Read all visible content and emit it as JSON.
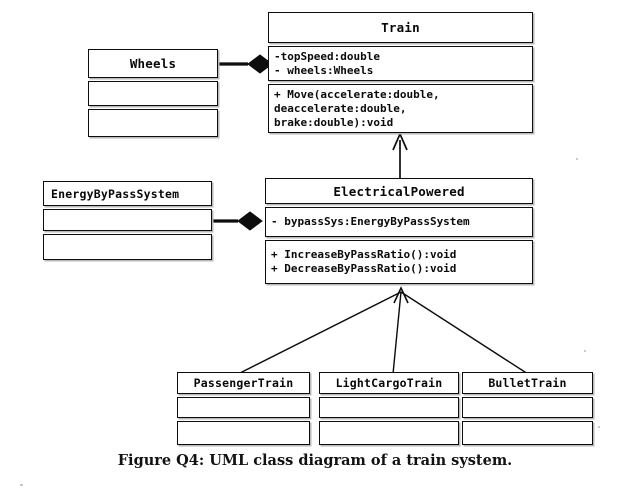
{
  "figure": {
    "caption": "Figure Q4: UML class diagram of a train system.",
    "kind": "uml-class-diagram"
  },
  "classes": {
    "train": {
      "name": "Train",
      "attributes": [
        "-topSpeed:double",
        "- wheels:Wheels"
      ],
      "operations": [
        "+ Move(accelerate:double,",
        "deaccelerate:double,",
        "brake:double):void"
      ]
    },
    "wheels": {
      "name": "Wheels",
      "attributes": [],
      "operations": []
    },
    "electrical_powered": {
      "name": "ElectricalPowered",
      "attributes": [
        "- bypassSys:EnergyByPassSystem"
      ],
      "operations": [
        "+ IncreaseByPassRatio():void",
        "+ DecreaseByPassRatio():void"
      ]
    },
    "energy_bypass_system": {
      "name": "EnergyByPassSystem",
      "attributes": [],
      "operations": []
    },
    "passenger_train": {
      "name": "PassengerTrain",
      "attributes": [],
      "operations": []
    },
    "light_cargo_train": {
      "name": "LightCargoTrain",
      "attributes": [],
      "operations": []
    },
    "bullet_train": {
      "name": "BulletTrain",
      "attributes": [],
      "operations": []
    }
  },
  "relationships": [
    {
      "type": "composition",
      "from": "train",
      "to": "wheels",
      "marker": "filled-diamond"
    },
    {
      "type": "composition",
      "from": "electrical_powered",
      "to": "energy_bypass_system",
      "marker": "filled-diamond"
    },
    {
      "type": "generalization",
      "from": "electrical_powered",
      "to": "train",
      "marker": "hollow-triangle"
    },
    {
      "type": "generalization",
      "from": "passenger_train",
      "to": "electrical_powered",
      "marker": "hollow-triangle"
    },
    {
      "type": "generalization",
      "from": "light_cargo_train",
      "to": "electrical_powered",
      "marker": "hollow-triangle"
    },
    {
      "type": "generalization",
      "from": "bullet_train",
      "to": "electrical_powered",
      "marker": "hollow-triangle"
    }
  ],
  "colors": {
    "background": "#ffffff",
    "stroke": "#0d0d0d",
    "shadow": "#b9b9b9",
    "text": "#0a0a0a"
  }
}
